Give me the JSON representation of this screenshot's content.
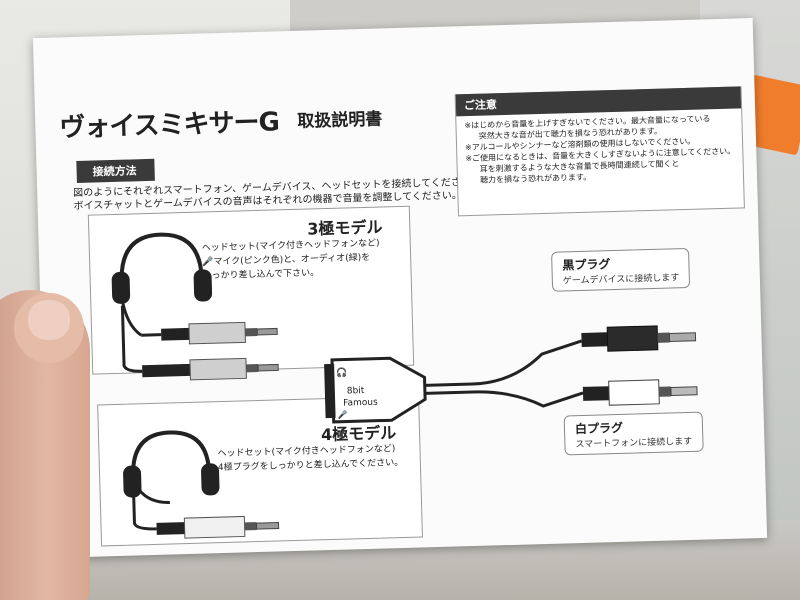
{
  "document": {
    "title": "ヴォイスミキサーG",
    "title_sub": "取扱説明書"
  },
  "connection": {
    "heading": "接続方法",
    "intro_lines": [
      "図のようにそれぞれスマートフォン、ゲームデバイス、ヘッドセットを接続してください。",
      "ボイスチャットとゲームデバイスの音声はそれぞれの機器で音量を調整してください。"
    ]
  },
  "caution": {
    "heading": "ご注意",
    "items": [
      "※はじめから音量を上げすぎないでください。最大音量になっている",
      "突然大きな音が出て聴力を損なう恐れがあります。",
      "※アルコールやシンナーなど溶剤類の使用はしないでください。",
      "※ご使用になるときは、音量を大きくしすぎないように注意してください。",
      "耳を刺激するような大きな音量で長時間連続して聞くと",
      "聴力を損なう恐れがあります。"
    ]
  },
  "model_3pole": {
    "title": "3極モデル",
    "desc_lines": [
      "ヘッドセット(マイク付きヘッドフォンなど)",
      "マイク(ピンク色)と、オーディオ(緑)を",
      "しっかり差し込んで下さい。"
    ]
  },
  "model_4pole": {
    "title": "4極モデル",
    "desc_lines": [
      "ヘッドセット(マイク付きヘッドフォンなど)",
      "4極プラグをしっかりと差し込んでください。"
    ]
  },
  "plug_black": {
    "label": "黒プラグ",
    "desc": "ゲームデバイスに接続します"
  },
  "plug_white": {
    "label": "白プラグ",
    "desc": "スマートフォンに接続します"
  },
  "device": {
    "logo_line1": "8bit",
    "logo_line2": "Famous"
  },
  "colors": {
    "header_bg": "#3a3a3a",
    "paper": "#fbfbfb",
    "bag_text": "#e0584c",
    "orange_item": "#f07d2c"
  }
}
